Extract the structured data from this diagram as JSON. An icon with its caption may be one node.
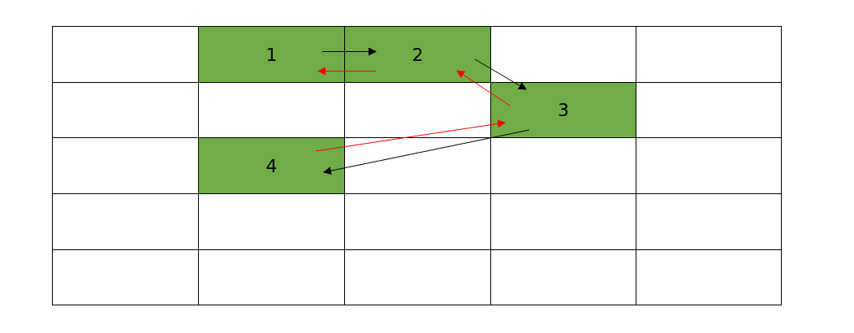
{
  "diagram": {
    "nodes": [
      {
        "text": [
          "1"
        ]
      },
      {
        "text": [
          "2"
        ]
      },
      {
        "text": [
          "3"
        ]
      },
      {
        "text": [
          "4"
        ]
      }
    ],
    "edges": [
      {
        "from": 0,
        "to": 1,
        "arrow": "to"
      },
      {
        "from": 1,
        "to": 0,
        "arrow": "to",
        "color": "#ff0000"
      },
      {
        "from": 1,
        "to": 2,
        "arrow": "to"
      },
      {
        "from": 2,
        "to": 1,
        "arrow": "to",
        "color": "#ff0000"
      },
      {
        "from": 2,
        "to": 3,
        "arrow": "to"
      },
      {
        "from": 3,
        "to": 2,
        "arrow": "to",
        "color": "#ff0000"
      }
    ]
  }
}
